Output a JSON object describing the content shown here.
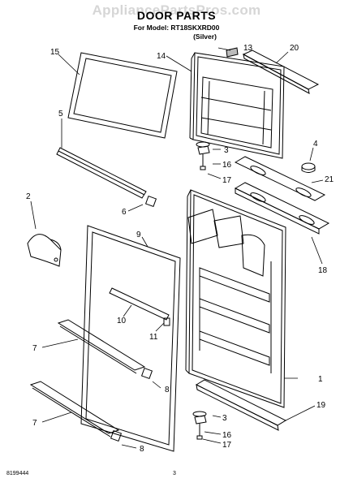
{
  "header": {
    "watermark": "AppliancePartsPros.com",
    "title": "DOOR PARTS",
    "model": "For Model: RT18SKXRD00",
    "variant": "(Silver)"
  },
  "footer": {
    "doc_number": "8199444",
    "page_number": "3"
  },
  "callouts": [
    "15",
    "14",
    "13",
    "20",
    "5",
    "3",
    "16",
    "17",
    "4",
    "21",
    "2",
    "6",
    "9",
    "18",
    "10",
    "11",
    "7",
    "8",
    "1",
    "19",
    "3",
    "16",
    "17",
    "7",
    "8"
  ]
}
